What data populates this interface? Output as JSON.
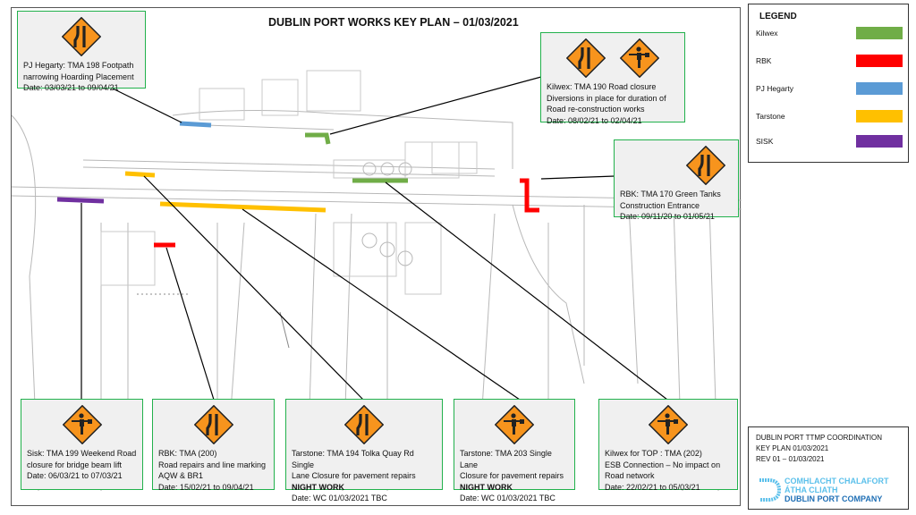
{
  "title": "DUBLIN PORT WORKS KEY PLAN – 01/03/2021",
  "boxes": {
    "pj": {
      "line1": "PJ Hegarty: TMA 198 Footpath",
      "line2": "narrowing Hoarding Placement",
      "date": "Date: 03/03/21 to 09/04/21",
      "icons": [
        "lane-narrowing-sign"
      ]
    },
    "kilwex190": {
      "line1": "Kilwex: TMA 190 Road closure",
      "line2": "Diversions in place for duration of",
      "line3": "Road re-construction works",
      "date": "Date: 08/02/21 to 02/04/21",
      "icons": [
        "lane-narrowing-sign",
        "flagman-sign"
      ]
    },
    "rbk170": {
      "line1": "RBK: TMA 170 Green Tanks",
      "line2": "Construction Entrance",
      "date": "Date: 09/11/20 to 01/05/21",
      "icons": [
        "lane-narrowing-sign"
      ]
    },
    "sisk": {
      "line1": "Sisk: TMA 199 Weekend Road",
      "line2": "closure for bridge beam lift",
      "date": "Date: 06/03/21 to 07/03/21",
      "icons": [
        "flagman-sign"
      ]
    },
    "rbk200": {
      "line1": "RBK: TMA (200)",
      "line2": "Road repairs and line marking",
      "line3": "AQW & BR1",
      "date": "Date: 15/02/21 to 09/04/21",
      "icons": [
        "lane-narrowing-sign"
      ]
    },
    "tarstone194": {
      "line1": "Tarstone: TMA 194 Tolka Quay Rd Single",
      "line2": "Lane Closure for pavement repairs",
      "bold": "NIGHT WORK",
      "date": "Date: WC 01/03/2021 TBC",
      "icons": [
        "lane-narrowing-sign"
      ]
    },
    "tarstone203": {
      "line1": "Tarstone: TMA 203 Single Lane",
      "line2": "Closure for pavement repairs",
      "bold": "NIGHT WORK",
      "date": "Date: WC 01/03/2021 TBC",
      "icons": [
        "flagman-sign"
      ]
    },
    "kilwex202": {
      "line1": "Kilwex for TOP : TMA (202)",
      "line2": "ESB Connection – No impact on",
      "line3": "Road network",
      "date": "Date: 22/02/21 to 05/03/21",
      "icons": [
        "flagman-sign"
      ]
    }
  },
  "legend": {
    "title": "LEGEND",
    "items": [
      {
        "label": "Kilwex",
        "color": "#70ad47"
      },
      {
        "label": "RBK",
        "color": "#ff0000"
      },
      {
        "label": "PJ Hegarty",
        "color": "#5b9bd5"
      },
      {
        "label": "Tarstone",
        "color": "#ffc000"
      },
      {
        "label": "SISK",
        "color": "#7030a0"
      }
    ]
  },
  "titleblock": {
    "line1": "DUBLIN PORT TTMP COORDINATION",
    "line2": "KEY PLAN  01/03/2021",
    "line3": "REV 01 – 01/03/2021"
  },
  "logo": {
    "line1": "COMHLACHT CHALAFORT",
    "line2": "ÁTHA CLIATH",
    "line3": "DUBLIN PORT COMPANY"
  }
}
